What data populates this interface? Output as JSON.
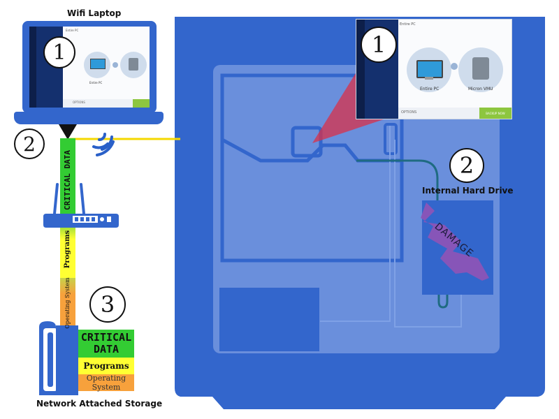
{
  "laptop": {
    "title": "Wifi Laptop",
    "badge": "1",
    "app": {
      "breadcrumb": "Entire PC",
      "source_label": "Entire PC",
      "footer_left": "OPTIONS"
    }
  },
  "network_badge": "2",
  "pipe": {
    "critical": "CRITICAL DATA",
    "programs": "Programs",
    "os": "Operating System"
  },
  "nas": {
    "title": "Network Attached Storage",
    "badge": "3",
    "stack": {
      "critical": "CRITICAL DATA",
      "programs": "Programs",
      "os": "Operating System"
    }
  },
  "desktop": {
    "badge_window": "1",
    "badge_drive": "2",
    "drive_title": "Internal Hard Drive",
    "damage_label": "DAMAGE",
    "app": {
      "breadcrumb": "Entire PC",
      "source_label": "Entire PC",
      "destination_label": "Micron VMU",
      "footer_left": "OPTIONS",
      "footer_button": "BACKUP NOW"
    }
  },
  "colors": {
    "chassis": "#3366cc",
    "panel": "#6a8fdc",
    "critical": "#33cc33",
    "programs": "#ffff33",
    "os": "#f7a13c",
    "cable": "#f5d800",
    "damage": "#8e54b6",
    "wifi": "#2a60c8"
  },
  "icons": [
    "monitor-icon",
    "hard-drive-icon",
    "wifi-icon",
    "router-icon",
    "nas-device-icon",
    "arrow-down-icon"
  ]
}
